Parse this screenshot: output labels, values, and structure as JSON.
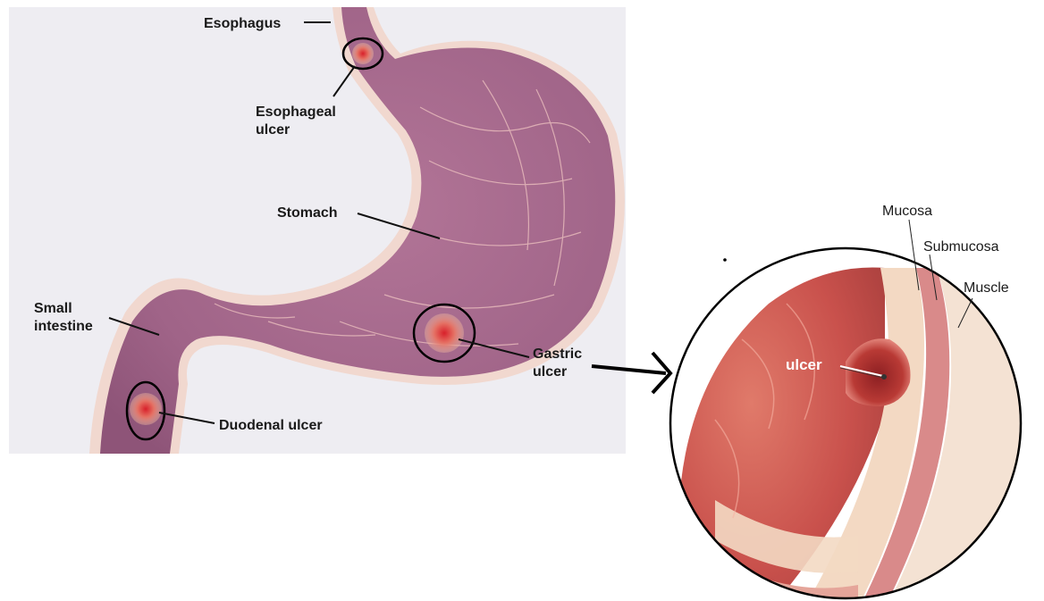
{
  "labels": {
    "esophagus": "Esophagus",
    "esophageal_ulcer_line1": "Esophageal",
    "esophageal_ulcer_line2": "ulcer",
    "stomach": "Stomach",
    "small_intestine_line1": "Small",
    "small_intestine_line2": "intestine",
    "gastric_ulcer_line1": "Gastric",
    "gastric_ulcer_line2": "ulcer",
    "duodenal_ulcer": "Duodenal ulcer",
    "mucosa": "Mucosa",
    "submucosa": "Submucosa",
    "muscle": "Muscle",
    "ulcer": "ulcer"
  },
  "colors": {
    "background_panel": "#eeedf2",
    "stomach_wall": "#b27597",
    "stomach_inner": "#9d5f86",
    "stomach_rim": "#f1d8cf",
    "ulcer_red": "#c8312e",
    "tissue_red": "#c9514c",
    "mucosa_cream": "#f3d9c3"
  }
}
